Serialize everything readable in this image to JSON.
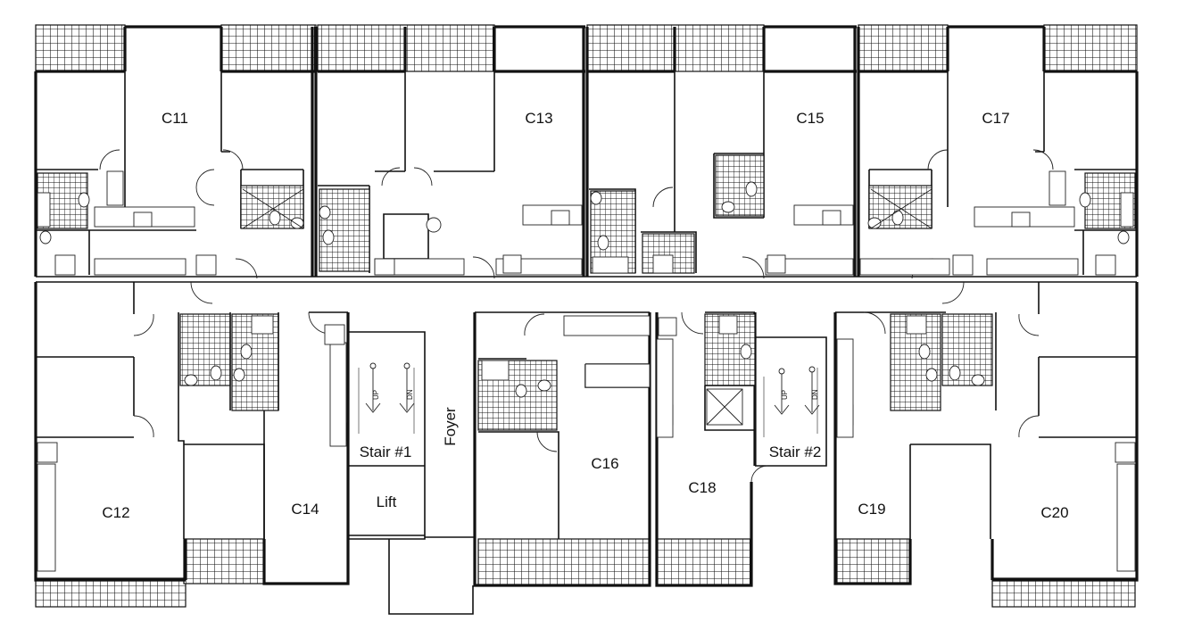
{
  "floor_plan": {
    "units": {
      "c11": "C11",
      "c12": "C12",
      "c13": "C13",
      "c14": "C14",
      "c15": "C15",
      "c16": "C16",
      "c17": "C17",
      "c18": "C18",
      "c19": "C19",
      "c20": "C20"
    },
    "common": {
      "stair1": "Stair #1",
      "stair2": "Stair #2",
      "lift": "Lift",
      "foyer": "Foyer"
    },
    "stair_marks": {
      "up": "UP",
      "dn": "DN"
    },
    "colors": {
      "wall": "#111111",
      "background": "#ffffff"
    }
  }
}
